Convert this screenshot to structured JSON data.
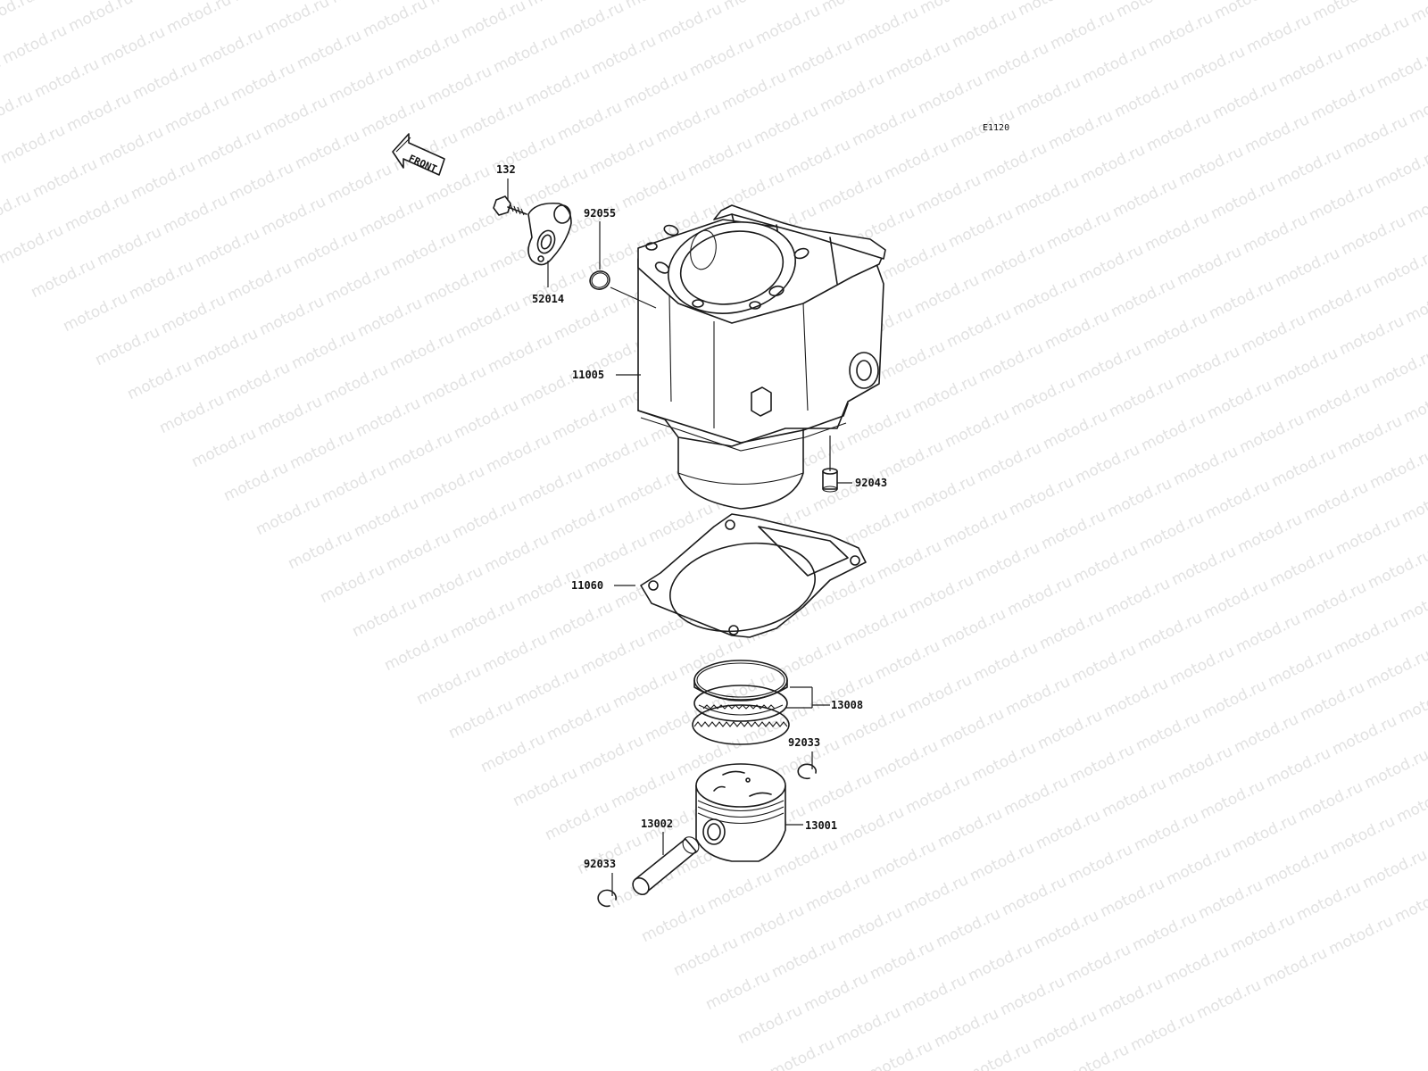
{
  "diagram": {
    "code": "E1120",
    "watermark_text": "motod.ru",
    "front_label": "FRONT",
    "parts": [
      {
        "key": "bolt",
        "number": "132"
      },
      {
        "key": "water-pipe",
        "number": "52014"
      },
      {
        "key": "o-ring",
        "number": "92055"
      },
      {
        "key": "cylinder",
        "number": "11005"
      },
      {
        "key": "dowel-pin",
        "number": "92043"
      },
      {
        "key": "gasket",
        "number": "11060"
      },
      {
        "key": "piston-ring-set",
        "number": "13008"
      },
      {
        "key": "circlip-upper",
        "number": "92033"
      },
      {
        "key": "piston",
        "number": "13001"
      },
      {
        "key": "piston-pin",
        "number": "13002"
      },
      {
        "key": "circlip-lower",
        "number": "92033"
      }
    ]
  }
}
